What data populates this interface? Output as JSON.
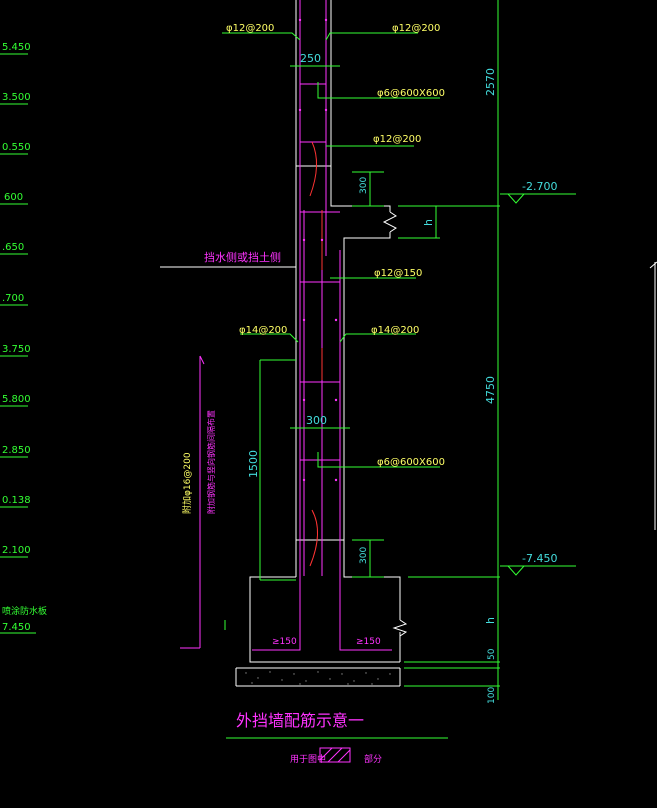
{
  "left_elevations": [
    "5.450",
    "3.500",
    "0.550",
    "600",
    ".650",
    ".700",
    "3.750",
    "5.800",
    "2.850",
    "0.138",
    "2.100",
    "7.450"
  ],
  "left_note": "喷涂防水板",
  "rebar_labels": {
    "top_left": "φ12@200",
    "top_right": "φ12@200",
    "tie_upper": "φ6@600X600",
    "mid_upper": "φ12@200",
    "mid_150": "φ12@150",
    "lower_left": "φ14@200",
    "lower_right": "φ14@200",
    "tie_lower": "φ6@600X600"
  },
  "dimensions": {
    "wall_upper": "250",
    "wall_lower": "300",
    "step_upper": "300",
    "step_lower": "300",
    "h_upper": "h",
    "h_lower": "h",
    "len_1500": "1500",
    "right_2570": "2570",
    "right_4750": "4750",
    "right_50": "50",
    "right_100": "100",
    "anchor_left": "≥150",
    "anchor_right": "≥150"
  },
  "levels": {
    "upper": "-2.700",
    "lower": "-7.450"
  },
  "side_label": "挡水侧或挡土侧",
  "vertical_notes": {
    "yellow": "附加φ16@200",
    "magenta": "附加钢筋与竖向钢筋间隔布置"
  },
  "title": "外挡墙配筋示意一",
  "legend_left": "用于图中",
  "legend_right": "部分"
}
